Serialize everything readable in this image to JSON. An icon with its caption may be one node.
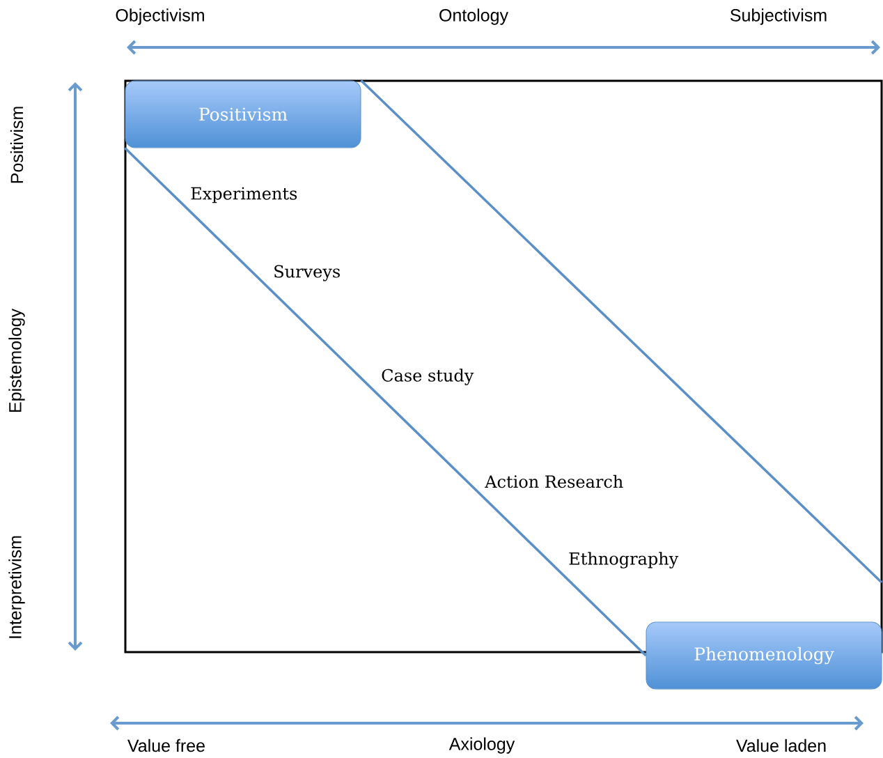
{
  "diagram": {
    "nodes": [
      {
        "text": [
          "Positivism"
        ]
      },
      {
        "text": [
          "Phenomenology"
        ]
      }
    ],
    "edges": [
      {
        "from": 0,
        "to": 1,
        "arrow": "none"
      },
      {
        "from": 0,
        "to": null,
        "arrow": "none"
      }
    ],
    "labels": [
      "Objectivism",
      "Ontology",
      "Subjectivism",
      "Positivism",
      "Epistemology",
      "Interpretivism",
      "Value free",
      "Axiology",
      "Value laden",
      "Experiments",
      "Surveys",
      "Case study",
      "Action Research",
      "Ethnography"
    ]
  }
}
